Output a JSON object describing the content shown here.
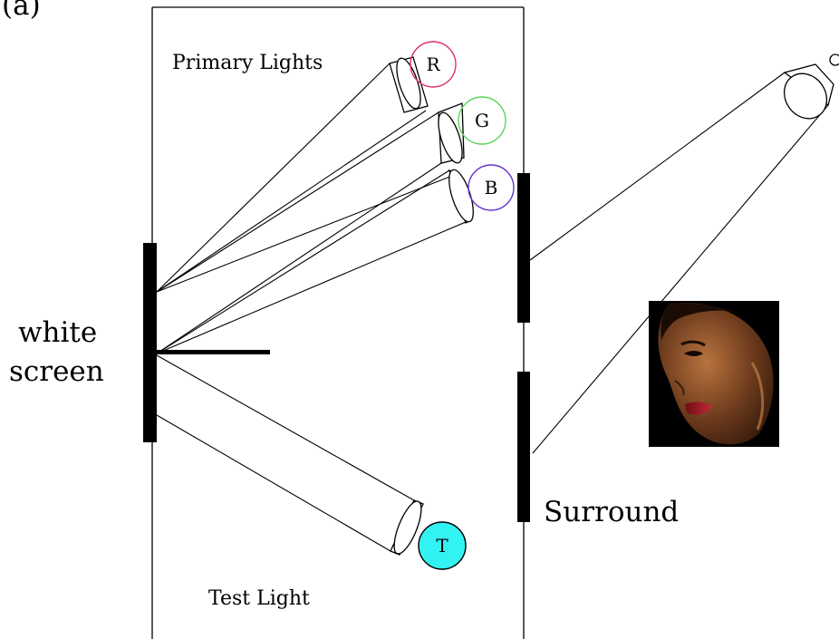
{
  "panel_label": "(a)",
  "labels": {
    "primary_lights": "Primary Lights",
    "test_light": "Test Light",
    "white_screen_line1": "white",
    "white_screen_line2": "screen",
    "surround": "Surround"
  },
  "lights": [
    {
      "letter": "R",
      "color": "#e0306a",
      "fill": "none"
    },
    {
      "letter": "G",
      "color": "#59d65a",
      "fill": "none"
    },
    {
      "letter": "B",
      "color": "#6633cc",
      "fill": "none"
    },
    {
      "letter": "T",
      "color": "#000000",
      "fill": "#33f2f2"
    }
  ],
  "observer_image": "woman-face-photo"
}
